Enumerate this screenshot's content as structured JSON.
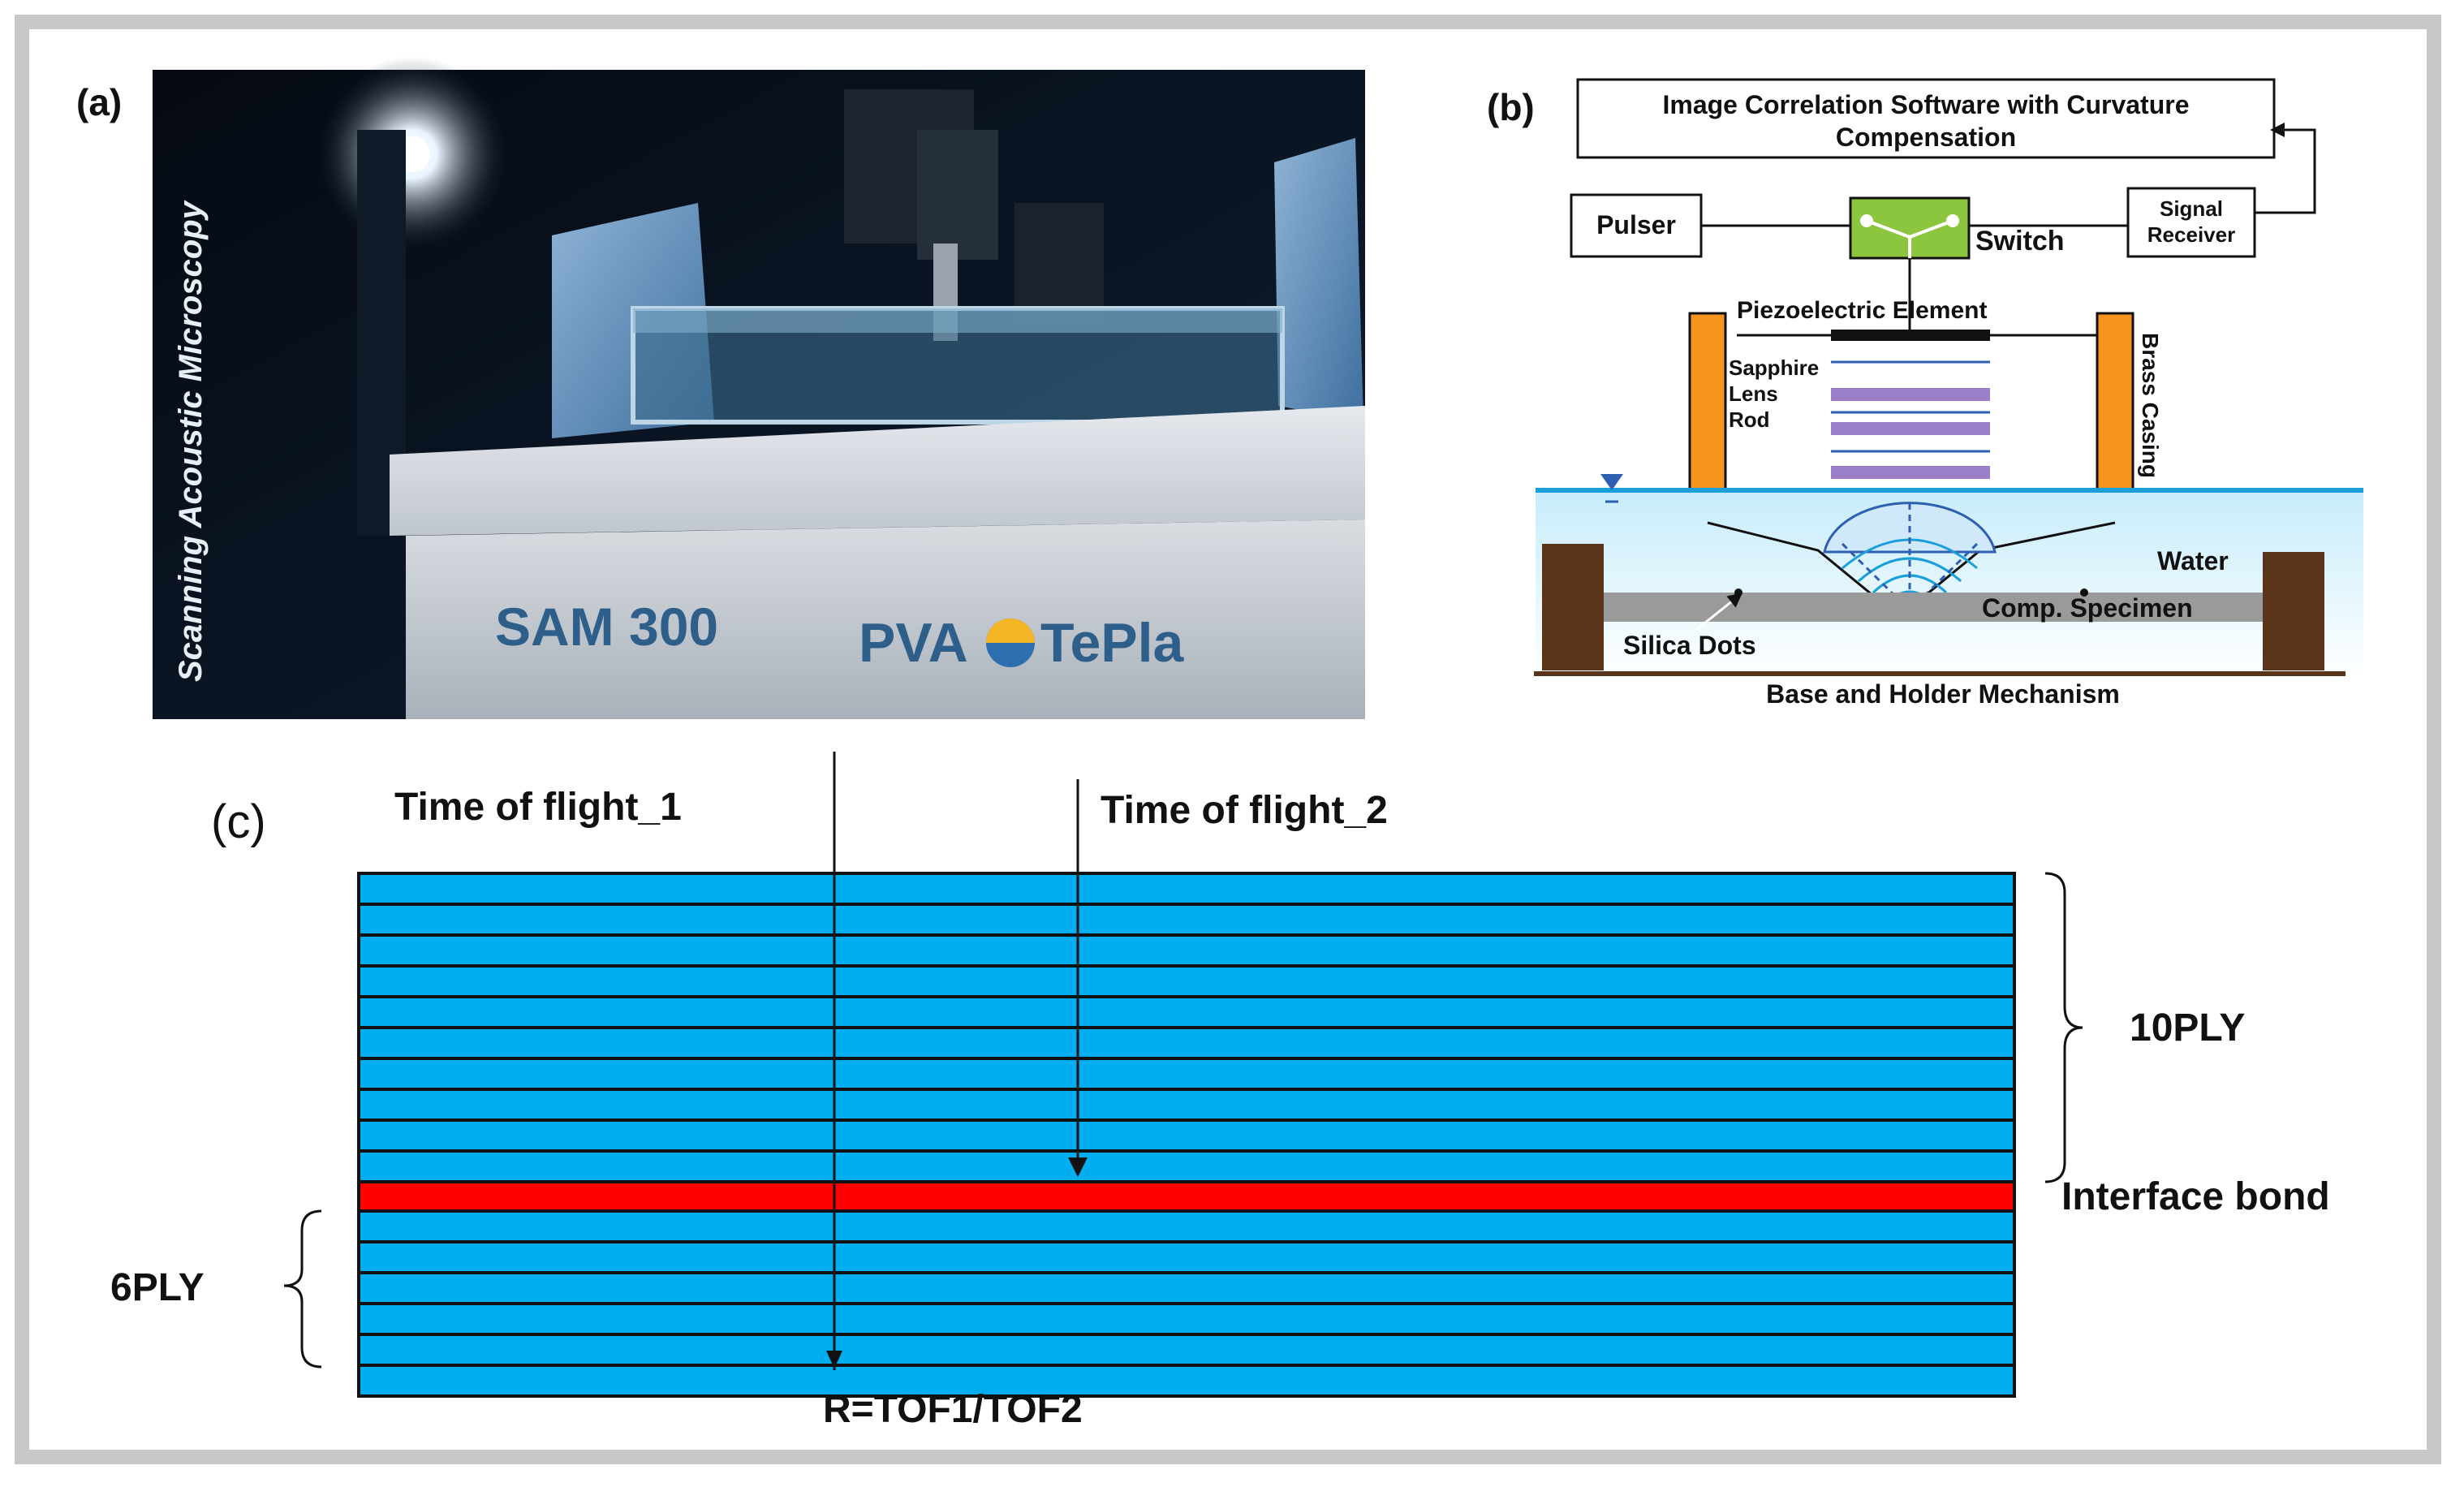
{
  "panel_a": {
    "label": "(a)",
    "side_text": "Scanning Acoustic Microscopy",
    "model_text": "SAM 300",
    "brand_left": "PVA",
    "brand_right": "TePla"
  },
  "panel_b": {
    "label": "(b)",
    "software_line1": "Image Correlation Software with Curvature",
    "software_line2": "Compensation",
    "pulser": "Pulser",
    "switch": "Switch",
    "signal_line1": "Signal",
    "signal_line2": "Receiver",
    "piezo": "Piezoelectric  Element",
    "lens_line1": "Sapphire",
    "lens_line2": "Lens",
    "lens_line3": "Rod",
    "brass": "Brass Casing",
    "water": "Water",
    "specimen": "Comp. Specimen",
    "silica": "Silica Dots",
    "base": "Base and Holder Mechanism"
  },
  "panel_c": {
    "label": "(c)",
    "tof1": "Time of flight_1",
    "tof2": "Time of flight_2",
    "ply10": "10PLY",
    "interface": "Interface bond",
    "ply6": "6PLY",
    "ratio": "R=TOF1/TOF2",
    "colors": {
      "ply": "#00aeef",
      "bond": "#ff0000",
      "line": "#111111"
    }
  }
}
